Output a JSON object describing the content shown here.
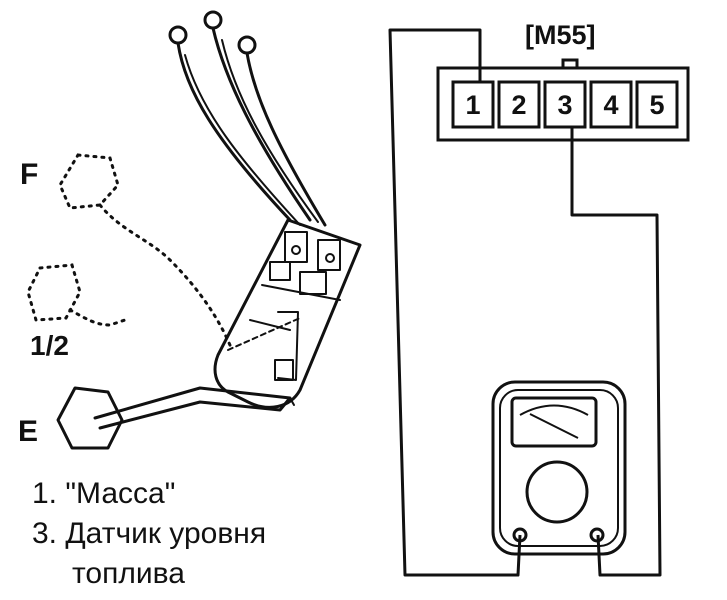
{
  "colors": {
    "ink": "#111111",
    "paper": "#ffffff"
  },
  "labels": {
    "f": "F",
    "half": "1/2",
    "e": "E",
    "connector": "[M55]"
  },
  "pins": [
    "1",
    "2",
    "3",
    "4",
    "5"
  ],
  "legend": {
    "item1": "1. \"Масса\"",
    "item3_line1": "3. Датчик уровня",
    "item3_line2": "топлива"
  }
}
